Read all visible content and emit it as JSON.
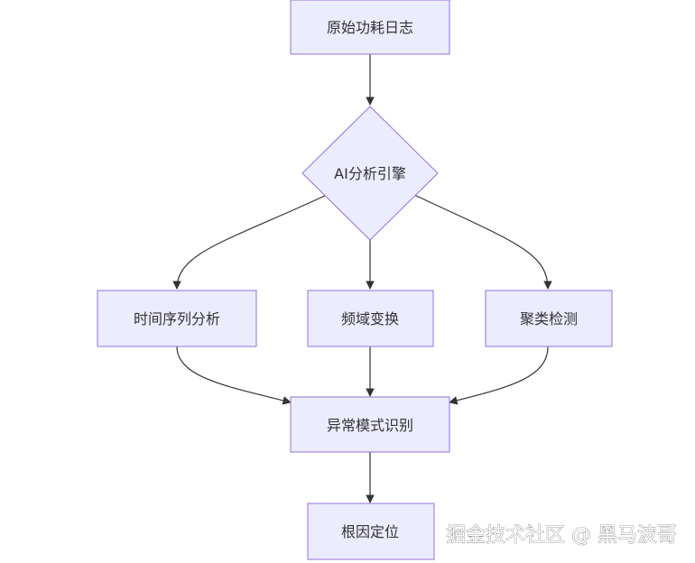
{
  "diagram": {
    "nodes": {
      "raw_log": "原始功耗日志",
      "ai_engine": "AI分析引擎",
      "time_series": "时间序列分析",
      "freq_transform": "频域变换",
      "clustering": "聚类检测",
      "anomaly": "异常模式识别",
      "root_cause": "根因定位"
    },
    "colors": {
      "node_fill": "#ECECFF",
      "node_stroke": "#9370DB",
      "edge": "#333333",
      "text": "#333333"
    }
  },
  "watermark": "掘金技术社区 @ 黑马波哥"
}
